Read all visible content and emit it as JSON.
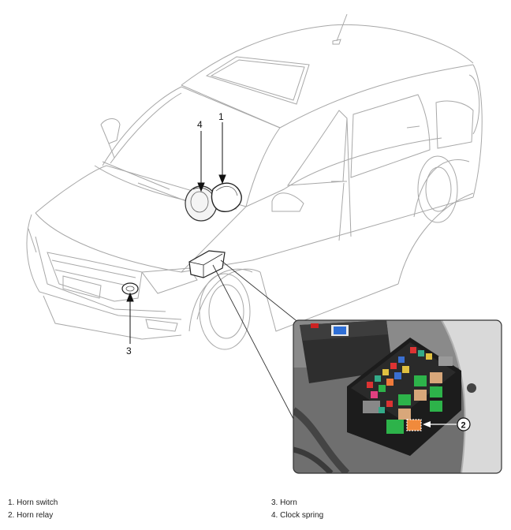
{
  "callouts": {
    "horn_switch": "1",
    "horn_relay": "2",
    "horn": "3",
    "clock_spring": "4"
  },
  "legend": {
    "left": [
      "1. Horn switch",
      "2. Horn relay"
    ],
    "right": [
      "3. Horn",
      "4. Clock spring"
    ]
  },
  "colors": {
    "line": "#9a9a9a",
    "dark_line": "#333333",
    "relay_highlight": "#f08a3c",
    "fuse_green": "#2db34a",
    "fuse_tan": "#d8a77a"
  }
}
